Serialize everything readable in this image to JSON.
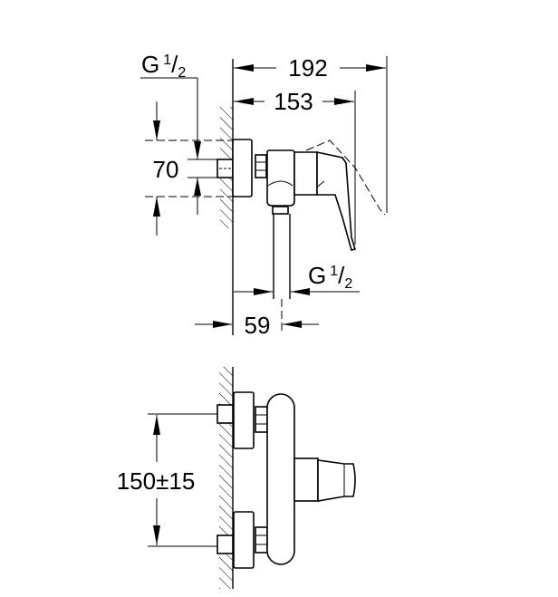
{
  "title": "Shower mixer dimension drawing",
  "dimensions": {
    "overall_depth": "192",
    "lever_depth": "153",
    "inlet_height": "70",
    "outlet_offset": "59",
    "inlet_spacing": "150±15"
  },
  "threads": {
    "inlet": {
      "letter": "G",
      "num": "1",
      "slash": "/",
      "den": "2"
    },
    "outlet": {
      "letter": "G",
      "num": "1",
      "slash": "/",
      "den": "2"
    }
  }
}
